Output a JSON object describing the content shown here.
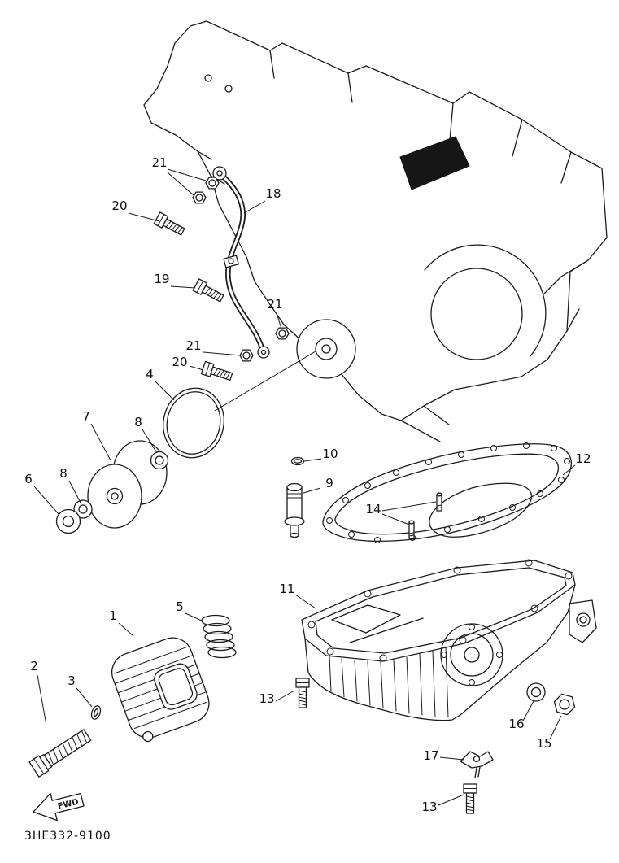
{
  "part_code": "3HE332-9100",
  "fwd": "FWD",
  "callouts": [
    {
      "label": "21"
    },
    {
      "label": "20"
    },
    {
      "label": "18"
    },
    {
      "label": "19"
    },
    {
      "label": "21"
    },
    {
      "label": "21"
    },
    {
      "label": "20"
    },
    {
      "label": "4"
    },
    {
      "label": "7"
    },
    {
      "label": "8"
    },
    {
      "label": "10"
    },
    {
      "label": "9"
    },
    {
      "label": "12"
    },
    {
      "label": "6"
    },
    {
      "label": "8"
    },
    {
      "label": "14"
    },
    {
      "label": "11"
    },
    {
      "label": "1"
    },
    {
      "label": "5"
    },
    {
      "label": "2"
    },
    {
      "label": "3"
    },
    {
      "label": "13"
    },
    {
      "label": "16"
    },
    {
      "label": "15"
    },
    {
      "label": "17"
    },
    {
      "label": "13"
    }
  ]
}
